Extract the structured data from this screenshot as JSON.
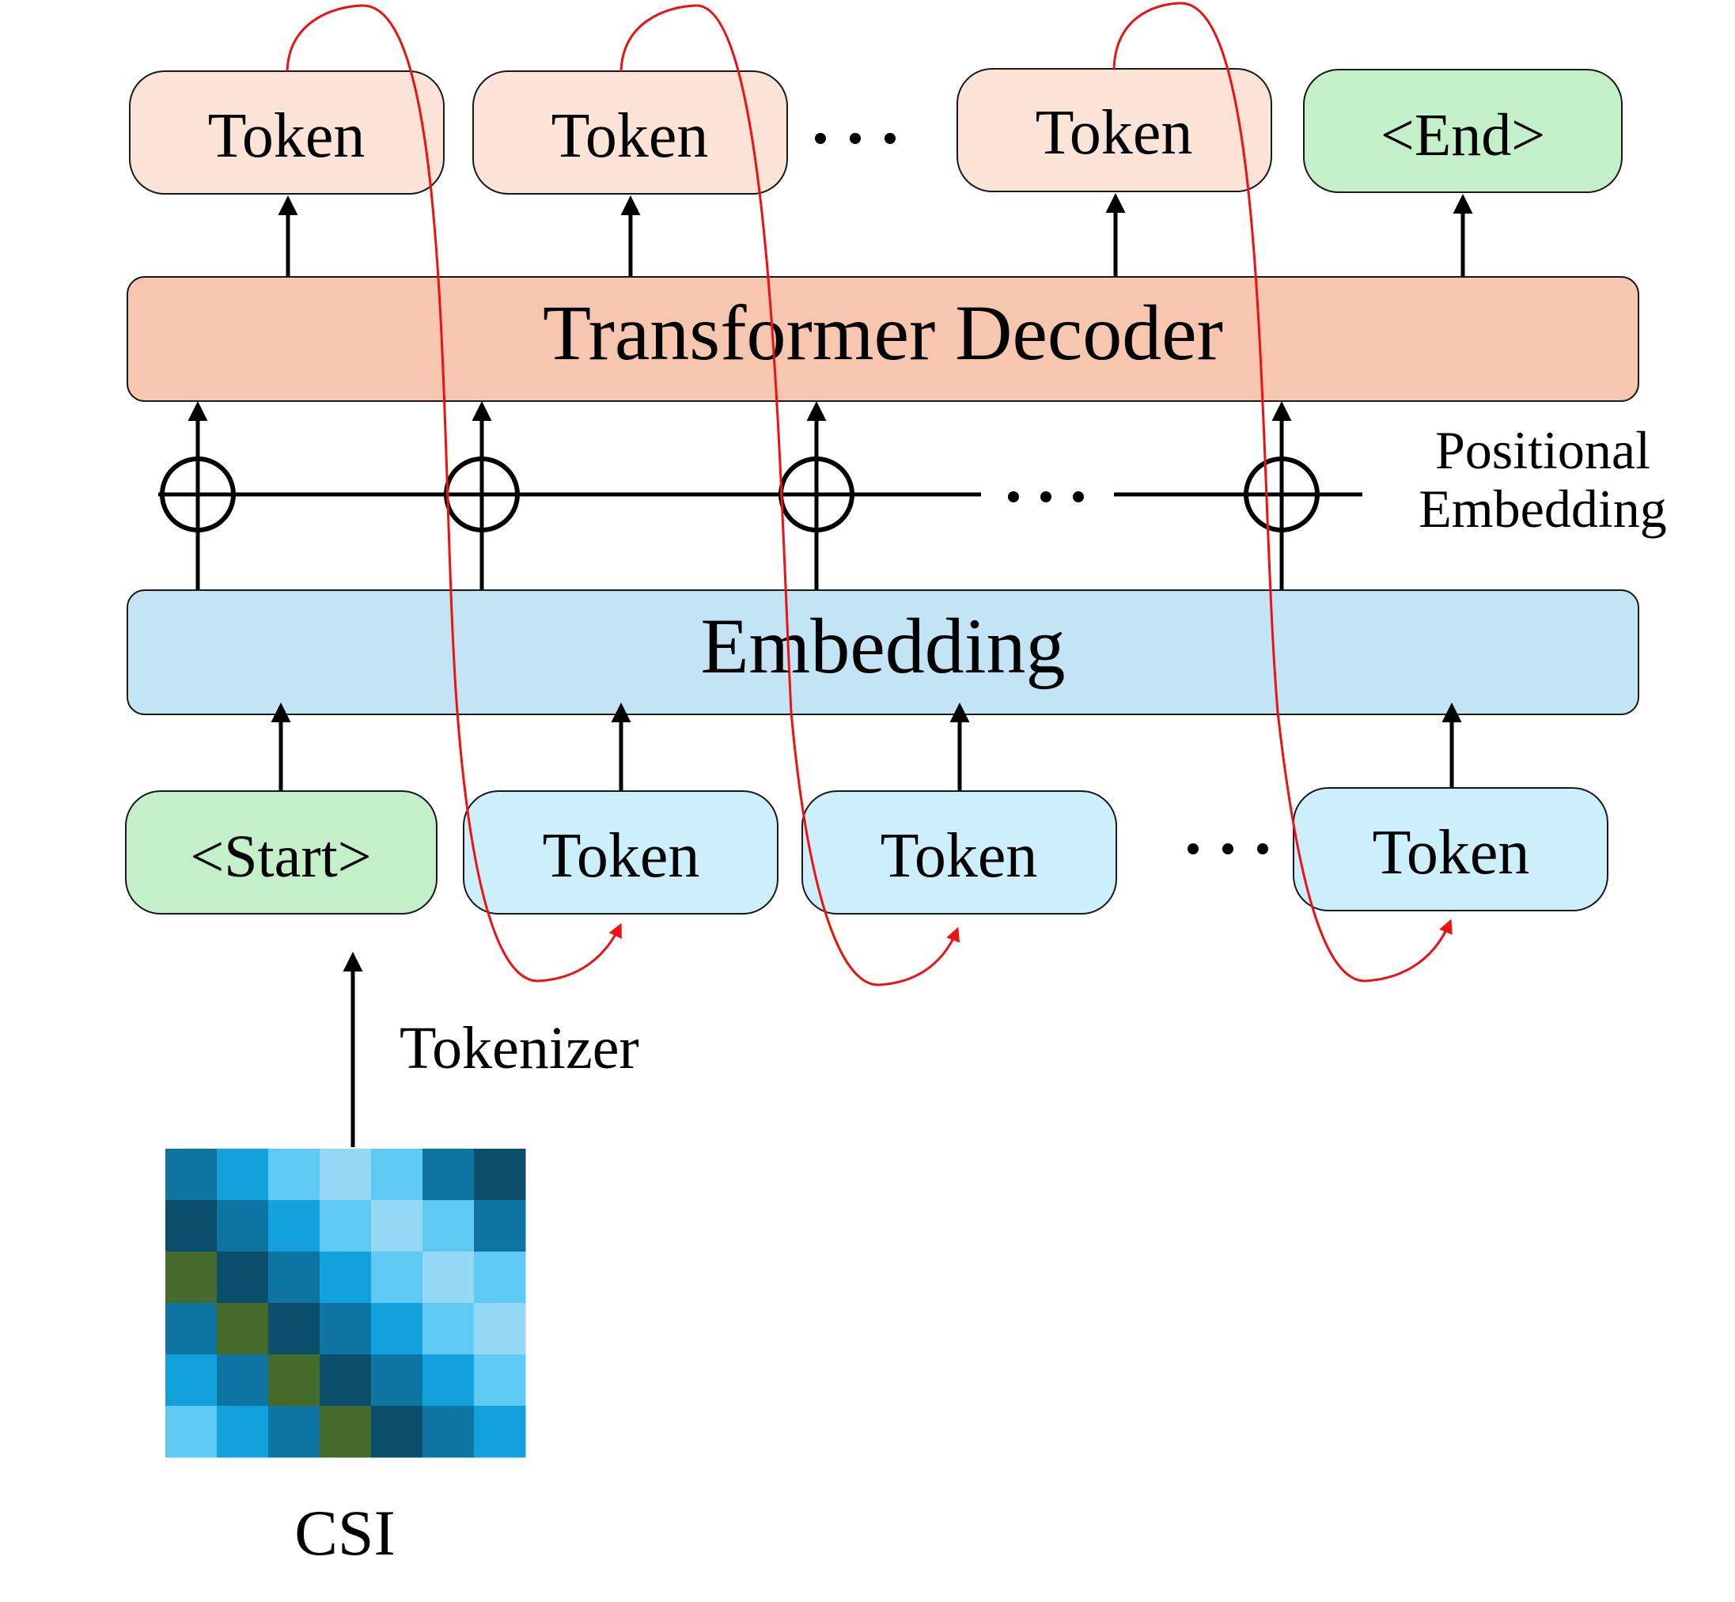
{
  "colors": {
    "output_token_fill": "#fbe3d7",
    "end_fill": "#c3f0c8",
    "decoder_fill": "#f6c6ae",
    "embedding_fill": "#c2e4f5",
    "start_fill": "#c3f0c8",
    "input_token_fill": "#cdeefb",
    "loop_arrow": "#ee1111",
    "line": "#000000"
  },
  "output_tokens": [
    "Token",
    "Token",
    "Token"
  ],
  "end_label": "<End>",
  "decoder_label": "Transformer Decoder",
  "embedding_label": "Embedding",
  "positional_embedding_label": [
    "Positional",
    "Embedding"
  ],
  "start_label": "<Start>",
  "input_tokens": [
    "Token",
    "Token",
    "Token"
  ],
  "tokenizer_label": "Tokenizer",
  "csi_label": "CSI",
  "csi_grid": [
    [
      "#0e75a2",
      "#12a1dd",
      "#5ec9f2",
      "#94d8f6",
      "#5ec9f2",
      "#0e75a2",
      "#0b4e6c"
    ],
    [
      "#0b4e6c",
      "#0e75a2",
      "#12a1dd",
      "#5ec9f2",
      "#94d8f6",
      "#5ec9f2",
      "#0e75a2"
    ],
    [
      "#456a2a",
      "#0b4e6c",
      "#0e75a2",
      "#12a1dd",
      "#5ec9f2",
      "#94d8f6",
      "#5ec9f2"
    ],
    [
      "#0e75a2",
      "#456a2a",
      "#0b4e6c",
      "#0e75a2",
      "#12a1dd",
      "#5ec9f2",
      "#94d8f6"
    ],
    [
      "#12a1dd",
      "#0e75a2",
      "#456a2a",
      "#0b4e6c",
      "#0e75a2",
      "#12a1dd",
      "#5ec9f2"
    ],
    [
      "#5ec9f2",
      "#12a1dd",
      "#0e75a2",
      "#456a2a",
      "#0b4e6c",
      "#0e75a2",
      "#12a1dd"
    ]
  ]
}
